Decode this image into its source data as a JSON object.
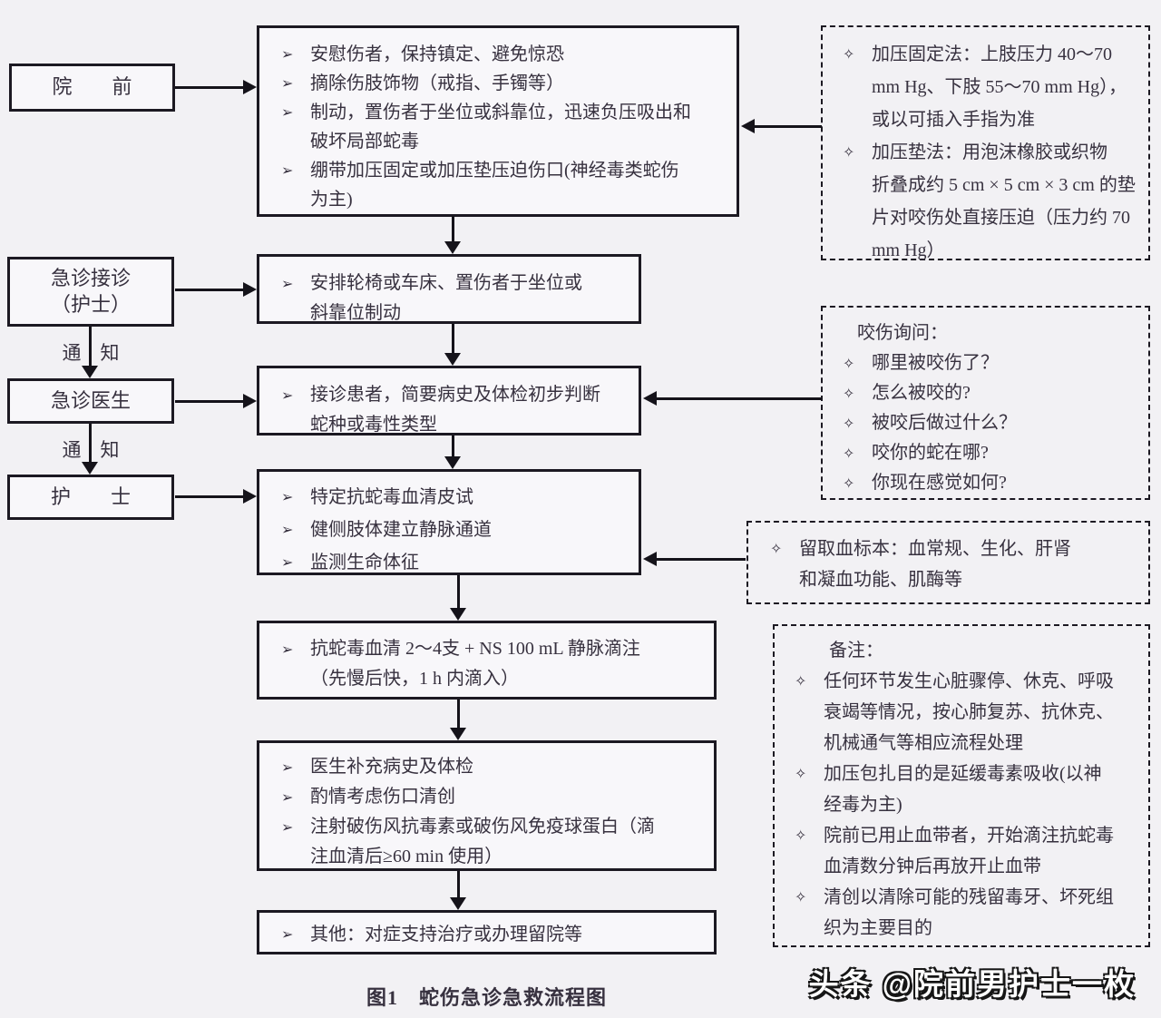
{
  "diagram": {
    "caption": "图1　蛇伤急诊急救流程图",
    "watermark": "头条 @院前男护士一枚",
    "markers": {
      "solid": "➢",
      "diamond": "✧"
    },
    "left_column": {
      "prehospital": "院　　前",
      "reception_line1": "急诊接诊",
      "reception_line2": "（护士）",
      "doctor": "急诊医生",
      "nurse": "护　　士",
      "notify_top": "通　知",
      "notify_bottom": "通　知"
    },
    "flow": {
      "box1": {
        "items": [
          "安慰伤者，保持镇定、避免惊恐",
          "摘除伤肢饰物（戒指、手镯等）",
          "制动，置伤者于坐位或斜靠位，迅速负压吸出和\n破坏局部蛇毒",
          "绷带加压固定或加压垫压迫伤口(神经毒类蛇伤\n为主)"
        ]
      },
      "box2": {
        "items": [
          "安排轮椅或车床、置伤者于坐位或\n斜靠位制动"
        ]
      },
      "box3": {
        "items": [
          "接诊患者，简要病史及体检初步判断\n蛇种或毒性类型"
        ]
      },
      "box4": {
        "items": [
          "特定抗蛇毒血清皮试",
          "健侧肢体建立静脉通道",
          "监测生命体征"
        ]
      },
      "box5": {
        "items": [
          "抗蛇毒血清 2～4支 + NS 100 mL 静脉滴注\n（先慢后快，1 h 内滴入）"
        ]
      },
      "box6": {
        "items": [
          "医生补充病史及体检",
          "酌情考虑伤口清创",
          "注射破伤风抗毒素或破伤风免疫球蛋白（滴\n注血清后≥60 min 使用）"
        ]
      },
      "box7": {
        "items": [
          "其他：对症支持治疗或办理留院等"
        ]
      }
    },
    "side": {
      "pressure": {
        "items": [
          "加压固定法：上肢压力 40～70\nmm Hg、下肢 55～70 mm Hg），\n或以可插入手指为准",
          "加压垫法：用泡沫橡胶或织物\n折叠成约 5 cm × 5 cm × 3 cm 的垫\n片对咬伤处直接压迫（压力约 70\nmm Hg）"
        ]
      },
      "questions": {
        "title": "咬伤询问：",
        "items": [
          "哪里被咬伤了？",
          "怎么被咬的?",
          "被咬后做过什么？",
          "咬你的蛇在哪?",
          "你现在感觉如何?"
        ]
      },
      "blood": {
        "items": [
          "留取血标本：血常规、生化、肝肾\n和凝血功能、肌酶等"
        ]
      },
      "notes": {
        "title": "备注：",
        "items": [
          "任何环节发生心脏骤停、休克、呼吸\n衰竭等情况，按心肺复苏、抗休克、\n机械通气等相应流程处理",
          "加压包扎目的是延缓毒素吸收(以神\n经毒为主)",
          "院前已用止血带者，开始滴注抗蛇毒\n血清数分钟后再放开止血带",
          "清创以清除可能的残留毒牙、坏死组\n织为主要目的"
        ]
      }
    }
  }
}
